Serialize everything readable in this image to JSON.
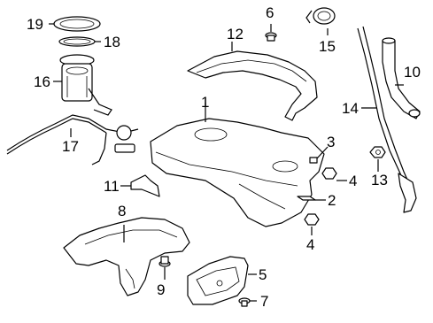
{
  "diagram": {
    "callouts": [
      {
        "id": "c1",
        "label": "1"
      },
      {
        "id": "c2",
        "label": "2"
      },
      {
        "id": "c3",
        "label": "3"
      },
      {
        "id": "c4a",
        "label": "4"
      },
      {
        "id": "c4b",
        "label": "4"
      },
      {
        "id": "c5",
        "label": "5"
      },
      {
        "id": "c6",
        "label": "6"
      },
      {
        "id": "c7",
        "label": "7"
      },
      {
        "id": "c8",
        "label": "8"
      },
      {
        "id": "c9",
        "label": "9"
      },
      {
        "id": "c10",
        "label": "10"
      },
      {
        "id": "c11",
        "label": "11"
      },
      {
        "id": "c12",
        "label": "12"
      },
      {
        "id": "c13",
        "label": "13"
      },
      {
        "id": "c14",
        "label": "14"
      },
      {
        "id": "c15",
        "label": "15"
      },
      {
        "id": "c16",
        "label": "16"
      },
      {
        "id": "c17",
        "label": "17"
      },
      {
        "id": "c18",
        "label": "18"
      },
      {
        "id": "c19",
        "label": "19"
      }
    ]
  }
}
